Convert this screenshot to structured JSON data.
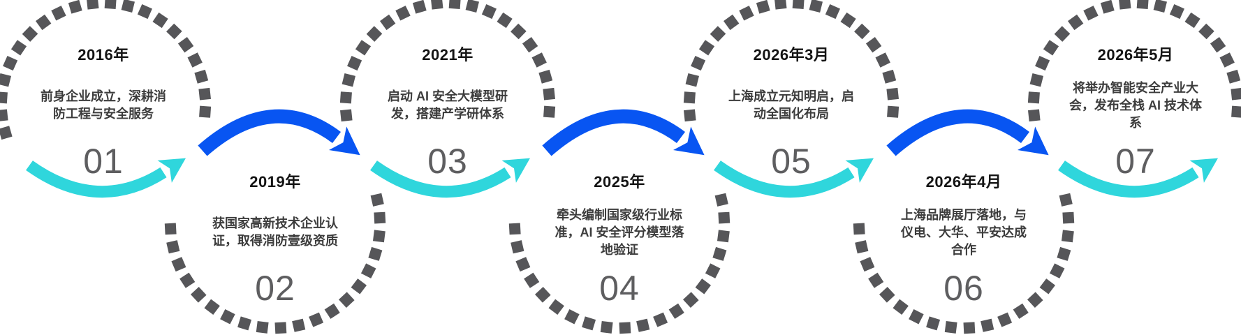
{
  "palette": {
    "arrow_blue": "#0855f2",
    "arrow_cyan": "#2fd6dc",
    "dash_gray": "#565659",
    "number_gray": "#5e5e60",
    "date_color": "#141414",
    "desc_color": "#3c3c3c"
  },
  "milestones": [
    {
      "number": "01",
      "date": "2016年",
      "description": "前身企业成立，深耕消防工程与安全服务",
      "position": "top"
    },
    {
      "number": "02",
      "date": "2019年",
      "description": "获国家高新技术企业认证，取得消防壹级资质",
      "position": "bottom"
    },
    {
      "number": "03",
      "date": "2021年",
      "description": "启动 AI 安全大模型研发，搭建产学研体系",
      "position": "top"
    },
    {
      "number": "04",
      "date": "2025年",
      "description": "牵头编制国家级行业标准，AI 安全评分模型落地验证",
      "position": "bottom"
    },
    {
      "number": "05",
      "date": "2026年3月",
      "description": "上海成立元知明启，启动全国化布局",
      "position": "top"
    },
    {
      "number": "06",
      "date": "2026年4月",
      "description": "上海品牌展厅落地，与仪电、大华、平安达成合作",
      "position": "bottom"
    },
    {
      "number": "07",
      "date": "2026年5月",
      "description": "将举办智能安全产业大会，发布全栈 AI 技术体系",
      "position": "top"
    }
  ]
}
